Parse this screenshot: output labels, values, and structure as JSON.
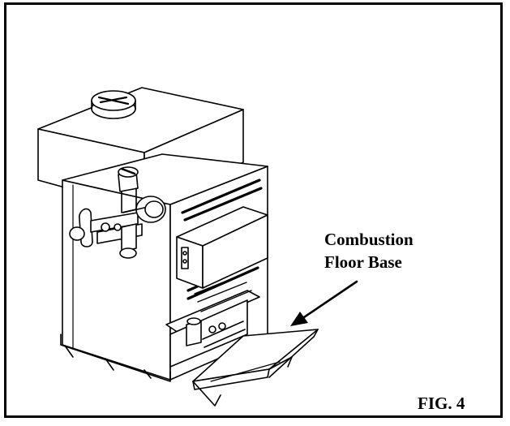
{
  "callout": {
    "line1": "Combustion",
    "line2": "Floor Base"
  },
  "figure_label": "FIG. 4",
  "colors": {
    "ink": "#000000",
    "paper": "#ffffff"
  },
  "icons": {
    "arrow": "arrow-pointing-down-left"
  }
}
